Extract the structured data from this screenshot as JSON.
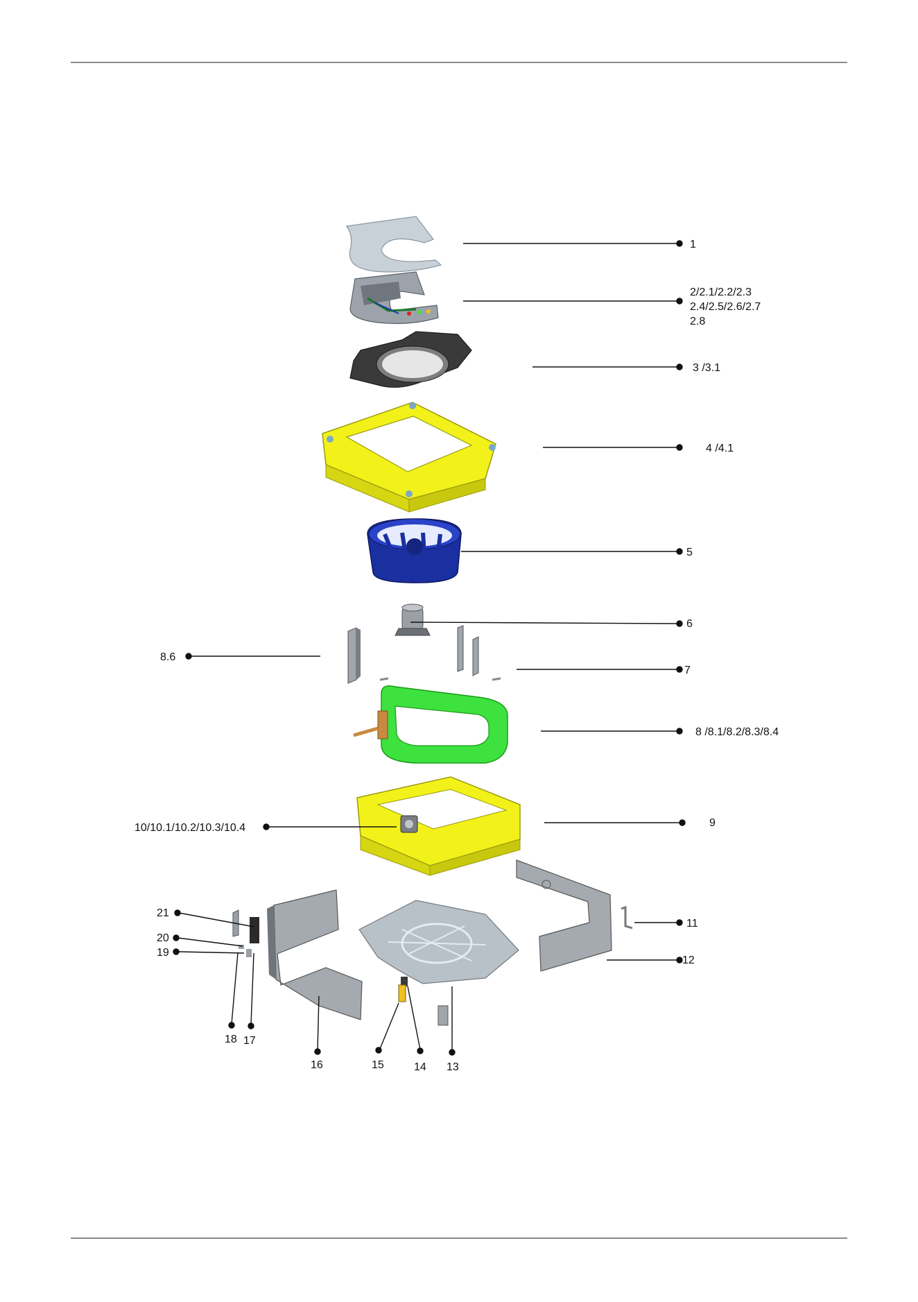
{
  "diagram": {
    "callouts": [
      {
        "id": "c1",
        "lines": [
          "1"
        ]
      },
      {
        "id": "c2",
        "lines": [
          "2/2.1/2.2/2.3",
          "2.4/2.5/2.6/2.7",
          "2.8"
        ]
      },
      {
        "id": "c3",
        "lines": [
          "3 /3.1"
        ]
      },
      {
        "id": "c4",
        "lines": [
          "4 /4.1"
        ]
      },
      {
        "id": "c5",
        "lines": [
          "5"
        ]
      },
      {
        "id": "c6",
        "lines": [
          "6"
        ]
      },
      {
        "id": "c7",
        "lines": [
          "7"
        ]
      },
      {
        "id": "c86",
        "lines": [
          "8.6"
        ]
      },
      {
        "id": "c8",
        "lines": [
          "8 /8.1/8.2/8.3/8.4"
        ]
      },
      {
        "id": "c9",
        "lines": [
          "9"
        ]
      },
      {
        "id": "c10",
        "lines": [
          "10/10.1/10.2/10.3/10.4"
        ]
      },
      {
        "id": "c11",
        "lines": [
          "11"
        ]
      },
      {
        "id": "c12",
        "lines": [
          "12"
        ]
      },
      {
        "id": "c13",
        "lines": [
          "13"
        ]
      },
      {
        "id": "c14",
        "lines": [
          "14"
        ]
      },
      {
        "id": "c15",
        "lines": [
          "15"
        ]
      },
      {
        "id": "c16",
        "lines": [
          "16"
        ]
      },
      {
        "id": "c17",
        "lines": [
          "17"
        ]
      },
      {
        "id": "c18",
        "lines": [
          "18"
        ]
      },
      {
        "id": "c19",
        "lines": [
          "19"
        ]
      },
      {
        "id": "c20",
        "lines": [
          "20"
        ]
      },
      {
        "id": "c21",
        "lines": [
          "21"
        ]
      }
    ],
    "colors": {
      "frame_yellow": "#f2f21a",
      "coil_green": "#3ee23e",
      "fan_blue": "#1a2fa0",
      "plate_gray": "#b8c0c8",
      "dark_gray": "#3a3a3a",
      "leader": "#111111"
    }
  }
}
